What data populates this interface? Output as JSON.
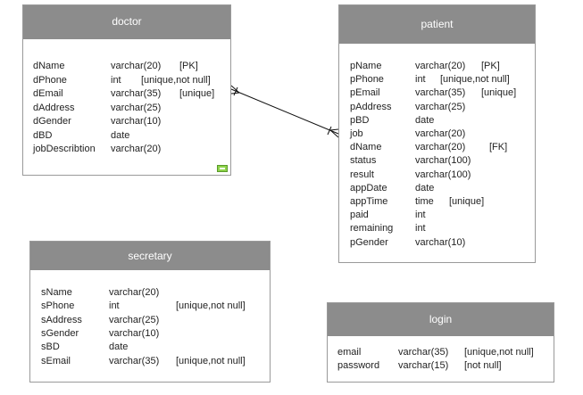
{
  "entities": {
    "doctor": {
      "title": "doctor",
      "fields": [
        {
          "name": "dName",
          "type": "varchar(20)",
          "constraint": "[PK]"
        },
        {
          "name": "dPhone",
          "type": "int",
          "constraint": "[unique,not null]"
        },
        {
          "name": "dEmail",
          "type": "varchar(35)",
          "constraint": "[unique]"
        },
        {
          "name": "dAddress",
          "type": "varchar(25)",
          "constraint": ""
        },
        {
          "name": "dGender",
          "type": "varchar(10)",
          "constraint": ""
        },
        {
          "name": "dBD",
          "type": "date",
          "constraint": ""
        },
        {
          "name": "jobDescribtion",
          "type": "varchar(20)",
          "constraint": ""
        }
      ]
    },
    "patient": {
      "title": "patient",
      "fields": [
        {
          "name": "pName",
          "type": "varchar(20)",
          "constraint": "[PK]"
        },
        {
          "name": "pPhone",
          "type": "int",
          "constraint": "[unique,not null]"
        },
        {
          "name": "pEmail",
          "type": "varchar(35)",
          "constraint": "[unique]"
        },
        {
          "name": "pAddress",
          "type": "varchar(25)",
          "constraint": ""
        },
        {
          "name": "pBD",
          "type": "date",
          "constraint": ""
        },
        {
          "name": "job",
          "type": "varchar(20)",
          "constraint": ""
        },
        {
          "name": "dName",
          "type": "varchar(20)",
          "constraint": "[FK]"
        },
        {
          "name": "status",
          "type": "varchar(100)",
          "constraint": ""
        },
        {
          "name": "result",
          "type": "varchar(100)",
          "constraint": ""
        },
        {
          "name": "appDate",
          "type": "date",
          "constraint": ""
        },
        {
          "name": "appTime",
          "type": "time",
          "constraint": "[unique]"
        },
        {
          "name": "paid",
          "type": "int",
          "constraint": ""
        },
        {
          "name": "remaining",
          "type": "int",
          "constraint": ""
        },
        {
          "name": "pGender",
          "type": "varchar(10)",
          "constraint": ""
        }
      ]
    },
    "secretary": {
      "title": "secretary",
      "fields": [
        {
          "name": "sName",
          "type": "varchar(20)",
          "constraint": ""
        },
        {
          "name": "sPhone",
          "type": "int",
          "constraint": "[unique,not null]"
        },
        {
          "name": "sAddress",
          "type": "varchar(25)",
          "constraint": ""
        },
        {
          "name": "sGender",
          "type": "varchar(10)",
          "constraint": ""
        },
        {
          "name": "sBD",
          "type": "date",
          "constraint": ""
        },
        {
          "name": "sEmail",
          "type": "varchar(35)",
          "constraint": "[unique,not null]"
        }
      ]
    },
    "login": {
      "title": "login",
      "fields": [
        {
          "name": "email",
          "type": "varchar(35)",
          "constraint": "[unique,not null]"
        },
        {
          "name": "password",
          "type": "varchar(15)",
          "constraint": "[not null]"
        }
      ]
    }
  },
  "colors": {
    "header_bg": "#8c8c8c",
    "border": "#9a9a9a",
    "handle": "#8ed34a"
  }
}
